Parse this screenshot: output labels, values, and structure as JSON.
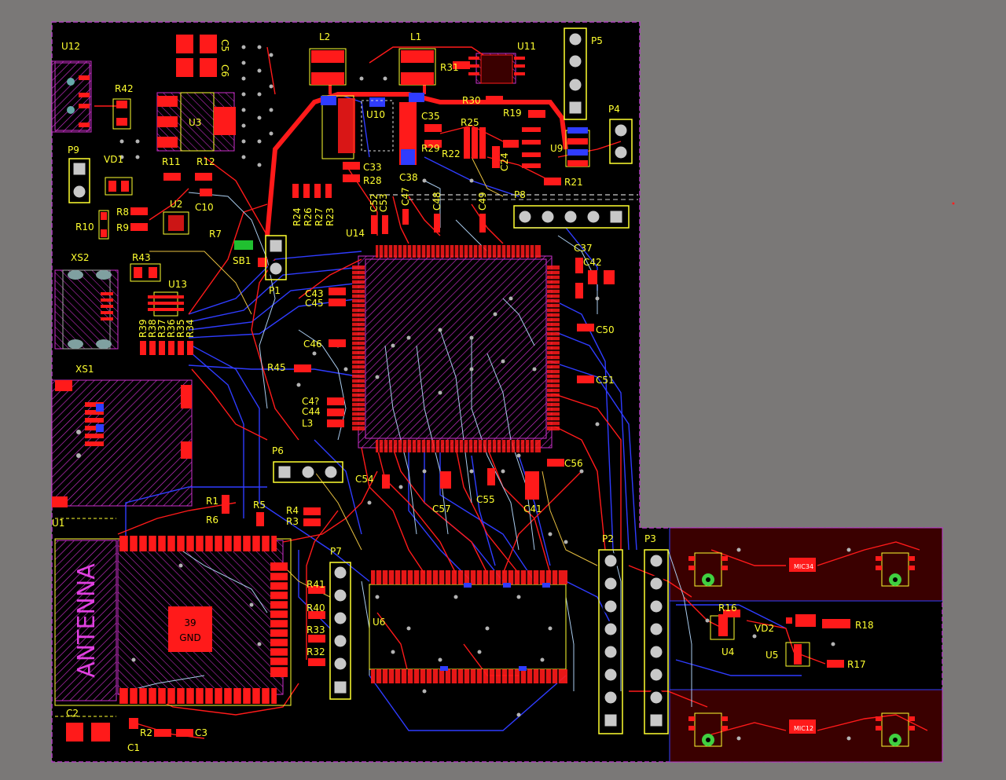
{
  "colors": {
    "workspace": "#7a7877",
    "board": "#000000",
    "outline": "#b040c0",
    "top_copper": "#ff1a1a",
    "bottom_copper": "#2f3cff",
    "silk": "#ffff30",
    "keepout": "#cc30cc",
    "signal": "#aaccee",
    "pad_via": "#b4b4b4",
    "mic_fill": "#3a0000"
  },
  "board": {
    "antenna_text": "ANTENNA",
    "pad_text_1": "39",
    "pad_text_2": "GND"
  },
  "designators": [
    {
      "id": "U12",
      "text": "U12"
    },
    {
      "id": "R42",
      "text": "R42"
    },
    {
      "id": "C5",
      "text": "C5"
    },
    {
      "id": "C6",
      "text": "C6"
    },
    {
      "id": "U3",
      "text": "U3"
    },
    {
      "id": "L2",
      "text": "L2"
    },
    {
      "id": "L1",
      "text": "L1"
    },
    {
      "id": "U11",
      "text": "U11"
    },
    {
      "id": "P5",
      "text": "P5"
    },
    {
      "id": "R31",
      "text": "R31"
    },
    {
      "id": "R30",
      "text": "R30"
    },
    {
      "id": "U10",
      "text": "U10"
    },
    {
      "id": "C35",
      "text": "C35"
    },
    {
      "id": "R25",
      "text": "R25"
    },
    {
      "id": "R19",
      "text": "R19"
    },
    {
      "id": "P4",
      "text": "P4"
    },
    {
      "id": "U9",
      "text": "U9"
    },
    {
      "id": "R29",
      "text": "R29"
    },
    {
      "id": "R22",
      "text": "R22"
    },
    {
      "id": "C24",
      "text": "C24"
    },
    {
      "id": "C33",
      "text": "C33"
    },
    {
      "id": "R28",
      "text": "R28"
    },
    {
      "id": "C38",
      "text": "C38"
    },
    {
      "id": "R21",
      "text": "R21"
    },
    {
      "id": "P9",
      "text": "P9"
    },
    {
      "id": "VD1",
      "text": "VD1"
    },
    {
      "id": "R11",
      "text": "R11"
    },
    {
      "id": "R12",
      "text": "R12"
    },
    {
      "id": "R8",
      "text": "R8"
    },
    {
      "id": "R9",
      "text": "R9"
    },
    {
      "id": "R10",
      "text": "R10"
    },
    {
      "id": "U2",
      "text": "U2"
    },
    {
      "id": "C10",
      "text": "C10"
    },
    {
      "id": "R7",
      "text": "R7"
    },
    {
      "id": "SB1",
      "text": "SB1"
    },
    {
      "id": "P1",
      "text": "P1"
    },
    {
      "id": "R24",
      "text": "R24"
    },
    {
      "id": "R26",
      "text": "R26"
    },
    {
      "id": "R27",
      "text": "R27"
    },
    {
      "id": "R23",
      "text": "R23"
    },
    {
      "id": "C52",
      "text": "C52"
    },
    {
      "id": "C53",
      "text": "C53"
    },
    {
      "id": "C47",
      "text": "C47"
    },
    {
      "id": "C48",
      "text": "C48"
    },
    {
      "id": "C49",
      "text": "C49"
    },
    {
      "id": "P8",
      "text": "P8"
    },
    {
      "id": "U14",
      "text": "U14"
    },
    {
      "id": "C37",
      "text": "C37"
    },
    {
      "id": "C42",
      "text": "C42"
    },
    {
      "id": "XS2",
      "text": "XS2"
    },
    {
      "id": "R43",
      "text": "R43"
    },
    {
      "id": "U13",
      "text": "U13"
    },
    {
      "id": "C43",
      "text": "C43"
    },
    {
      "id": "C45",
      "text": "C45"
    },
    {
      "id": "R39",
      "text": "R39"
    },
    {
      "id": "R38",
      "text": "R38"
    },
    {
      "id": "R37",
      "text": "R37"
    },
    {
      "id": "R36",
      "text": "R36"
    },
    {
      "id": "R35",
      "text": "R35"
    },
    {
      "id": "R34",
      "text": "R34"
    },
    {
      "id": "C50",
      "text": "C50"
    },
    {
      "id": "C46",
      "text": "C46"
    },
    {
      "id": "XS1",
      "text": "XS1"
    },
    {
      "id": "R45",
      "text": "R45"
    },
    {
      "id": "C51",
      "text": "C51"
    },
    {
      "id": "C1x",
      "text": "C4?"
    },
    {
      "id": "C44",
      "text": "C44"
    },
    {
      "id": "L3",
      "text": "L3"
    },
    {
      "id": "P6",
      "text": "P6"
    },
    {
      "id": "C54",
      "text": "C54"
    },
    {
      "id": "C56",
      "text": "C56"
    },
    {
      "id": "C55",
      "text": "C55"
    },
    {
      "id": "C57",
      "text": "C57"
    },
    {
      "id": "C41",
      "text": "C41"
    },
    {
      "id": "R1",
      "text": "R1"
    },
    {
      "id": "R5",
      "text": "R5"
    },
    {
      "id": "R6",
      "text": "R6"
    },
    {
      "id": "R4",
      "text": "R4"
    },
    {
      "id": "R3",
      "text": "R3"
    },
    {
      "id": "U1",
      "text": "U1"
    },
    {
      "id": "P7",
      "text": "P7"
    },
    {
      "id": "P2",
      "text": "P2"
    },
    {
      "id": "P3",
      "text": "P3"
    },
    {
      "id": "R41",
      "text": "R41"
    },
    {
      "id": "R40",
      "text": "R40"
    },
    {
      "id": "R33",
      "text": "R33"
    },
    {
      "id": "R32",
      "text": "R32"
    },
    {
      "id": "U6",
      "text": "U6"
    },
    {
      "id": "MIC34",
      "text": "MIC34"
    },
    {
      "id": "R16",
      "text": "R16"
    },
    {
      "id": "VD2",
      "text": "VD2"
    },
    {
      "id": "R18",
      "text": "R18"
    },
    {
      "id": "U4",
      "text": "U4"
    },
    {
      "id": "U5",
      "text": "U5"
    },
    {
      "id": "R17",
      "text": "R17"
    },
    {
      "id": "C2",
      "text": "C2"
    },
    {
      "id": "R2",
      "text": "R2"
    },
    {
      "id": "C3",
      "text": "C3"
    },
    {
      "id": "C1",
      "text": "C1"
    },
    {
      "id": "MIC12",
      "text": "MIC12"
    }
  ]
}
